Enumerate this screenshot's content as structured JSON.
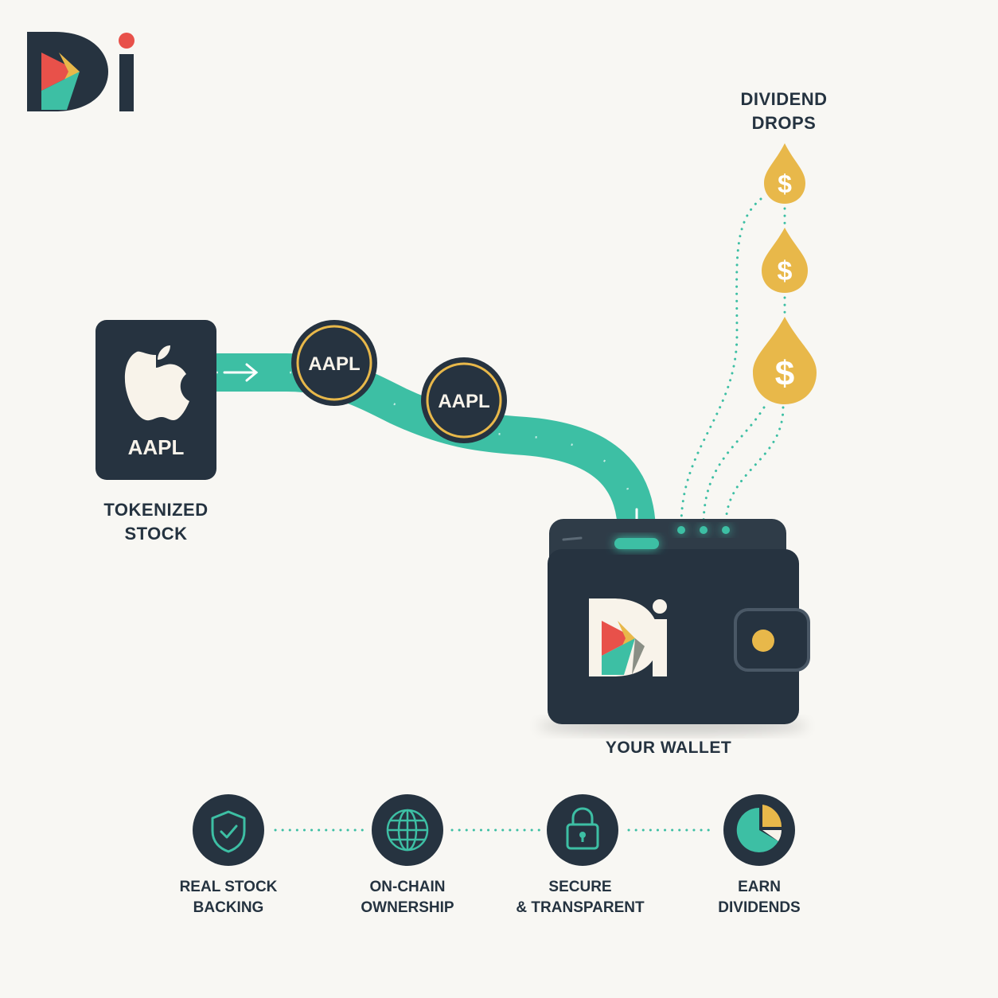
{
  "brand": {
    "logo_text": "Di"
  },
  "colors": {
    "dark": "#263340",
    "teal": "#3dbfa4",
    "gold": "#e8b84a",
    "red": "#e8514a",
    "background": "#f8f7f3"
  },
  "stock_card": {
    "ticker": "AAPL",
    "icon": "apple-icon"
  },
  "source_label": {
    "line1": "TOKENIZED",
    "line2": "STOCK"
  },
  "tokens": [
    {
      "label": "AAPL"
    },
    {
      "label": "AAPL"
    }
  ],
  "dividends": {
    "title_line1": "DIVIDEND",
    "title_line2": "DROPS",
    "drops": [
      {
        "symbol": "$"
      },
      {
        "symbol": "$"
      },
      {
        "symbol": "$"
      }
    ]
  },
  "wallet": {
    "label": "YOUR WALLET",
    "icon": "wallet-icon"
  },
  "features": [
    {
      "icon": "shield-check-icon",
      "line1": "REAL STOCK",
      "line2": "BACKING"
    },
    {
      "icon": "globe-icon",
      "line1": "ON-CHAIN",
      "line2": "OWNERSHIP"
    },
    {
      "icon": "padlock-icon",
      "line1": "SECURE",
      "line2": "& TRANSPARENT"
    },
    {
      "icon": "pie-chart-icon",
      "line1": "EARN",
      "line2": "DIVIDENDS"
    }
  ]
}
